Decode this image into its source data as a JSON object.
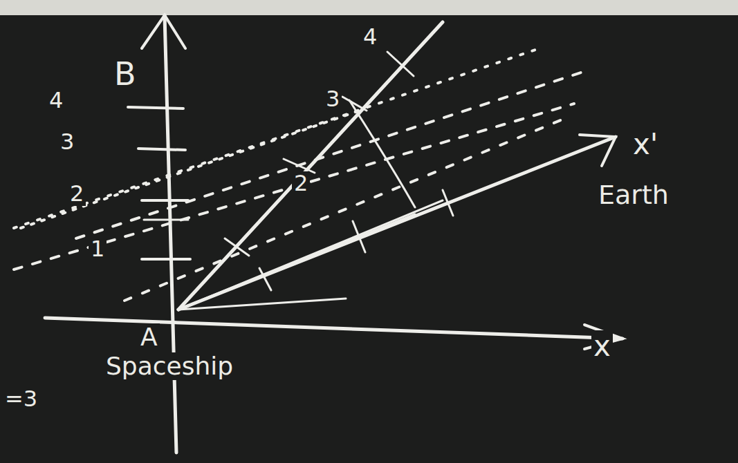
{
  "diagram": {
    "labels": [
      "B",
      "4",
      "3",
      "2",
      "1",
      "A",
      "Spaceship",
      "x",
      "x'",
      "Earth",
      "4",
      "3",
      "2",
      "=3"
    ]
  }
}
